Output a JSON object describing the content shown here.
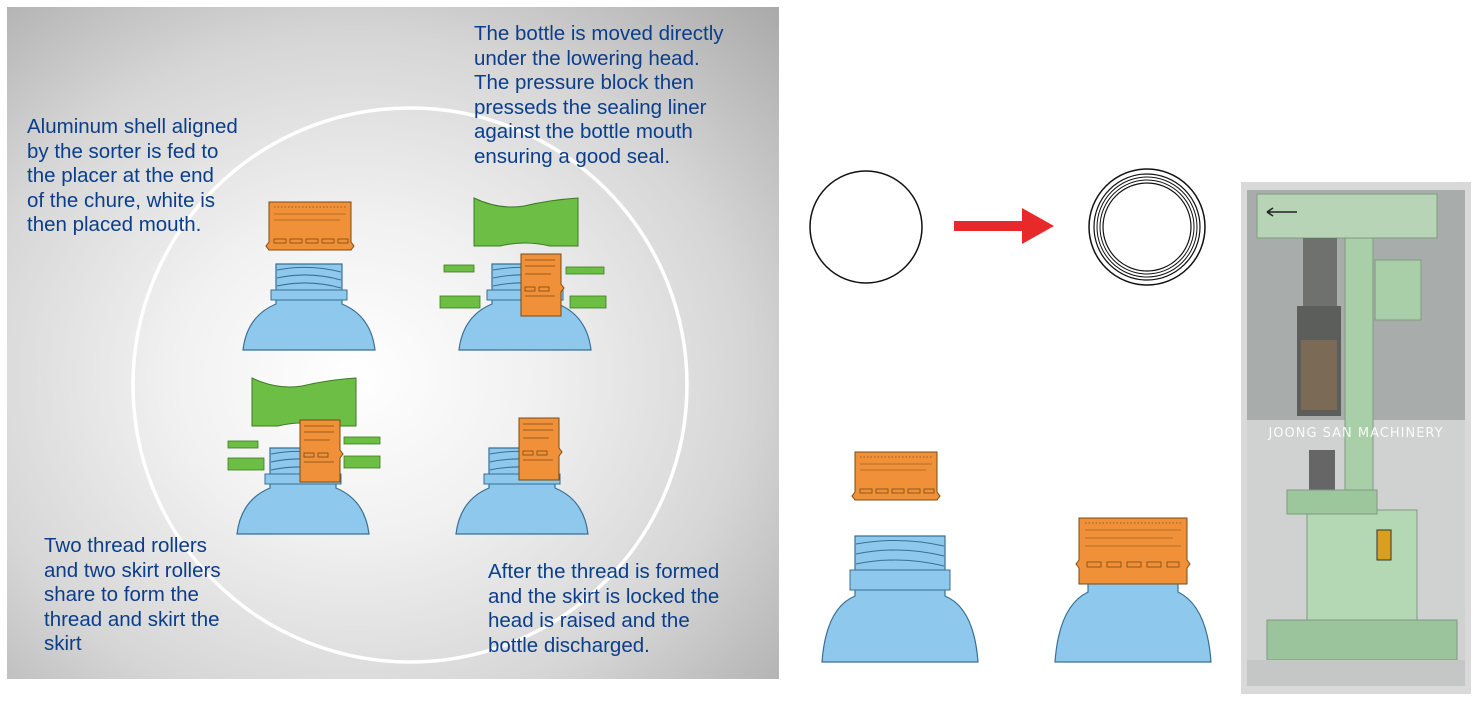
{
  "texts": {
    "step1": "Aluminum shell aligned\nby the sorter is fed to\nthe placer at the end\nof the chure, white is\nthen placed mouth.",
    "step2": "The bottle is moved directly\nunder the lowering head.\nThe pressure block then\npresseds the sealing liner\nagainst the bottle mouth\nensuring a good seal.",
    "step3": "Two thread rollers\nand two skirt rollers\nshare to form the\nthread and skirt the\nskirt",
    "step4": "After the thread is formed\nand the skirt is locked the\nhead is raised and the\nbottle discharged."
  },
  "photo": {
    "watermark": "JOONG SAN MACHINERY"
  },
  "colors": {
    "text": "#0b3e8a",
    "bottle": "#8ec8ec",
    "cap": "#f0913a",
    "roller": "#6cbe45",
    "arrow": "#e82929"
  }
}
